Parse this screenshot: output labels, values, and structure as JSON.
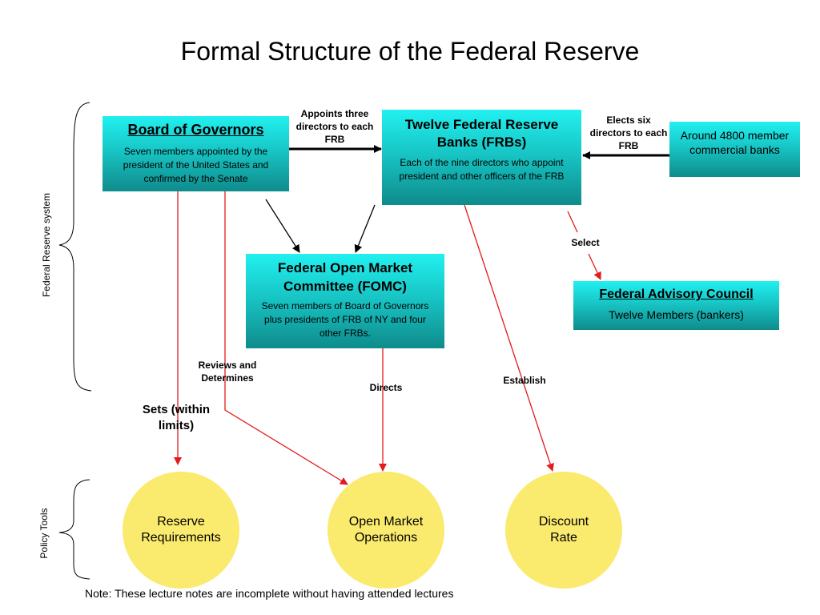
{
  "title": "Formal Structure of the Federal Reserve",
  "colors": {
    "box_top": "#22f0f0",
    "box_bottom": "#0f8b8b",
    "circle": "#faea6e",
    "red_arrow": "#e31b1b",
    "black_arrow": "#000000"
  },
  "board": {
    "title": "Board of Governors",
    "desc": "Seven members appointed by the president of the United States and confirmed by the Senate"
  },
  "frbs": {
    "title": "Twelve Federal Reserve Banks (FRBs)",
    "desc": "Each of the nine directors who appoint president and other officers of the FRB"
  },
  "member_banks": {
    "text": "Around 4800 member commercial banks"
  },
  "fomc": {
    "title": "Federal Open Market Committee (FOMC)",
    "desc": "Seven members of Board of Governors plus presidents of FRB of NY and four other FRBs."
  },
  "advisory": {
    "title": "Federal Advisory Council",
    "desc": "Twelve Members (bankers)"
  },
  "edge_labels": {
    "appoints": "Appoints three\ndirectors to each\nFRB",
    "elects": "Elects six\ndirectors to each\nFRB",
    "select": "Select",
    "reviews": "Reviews and\nDetermines",
    "directs": "Directs",
    "establish": "Establish",
    "sets": "Sets (within\nlimits)"
  },
  "policy_tools": {
    "reserve": "Reserve\nRequirements",
    "omo": "Open Market\nOperations",
    "discount": "Discount\nRate"
  },
  "side_labels": {
    "system": "Federal Reserve system",
    "tools": "Policy Tools"
  },
  "note": "Note: These lecture notes are incomplete without having attended lectures"
}
